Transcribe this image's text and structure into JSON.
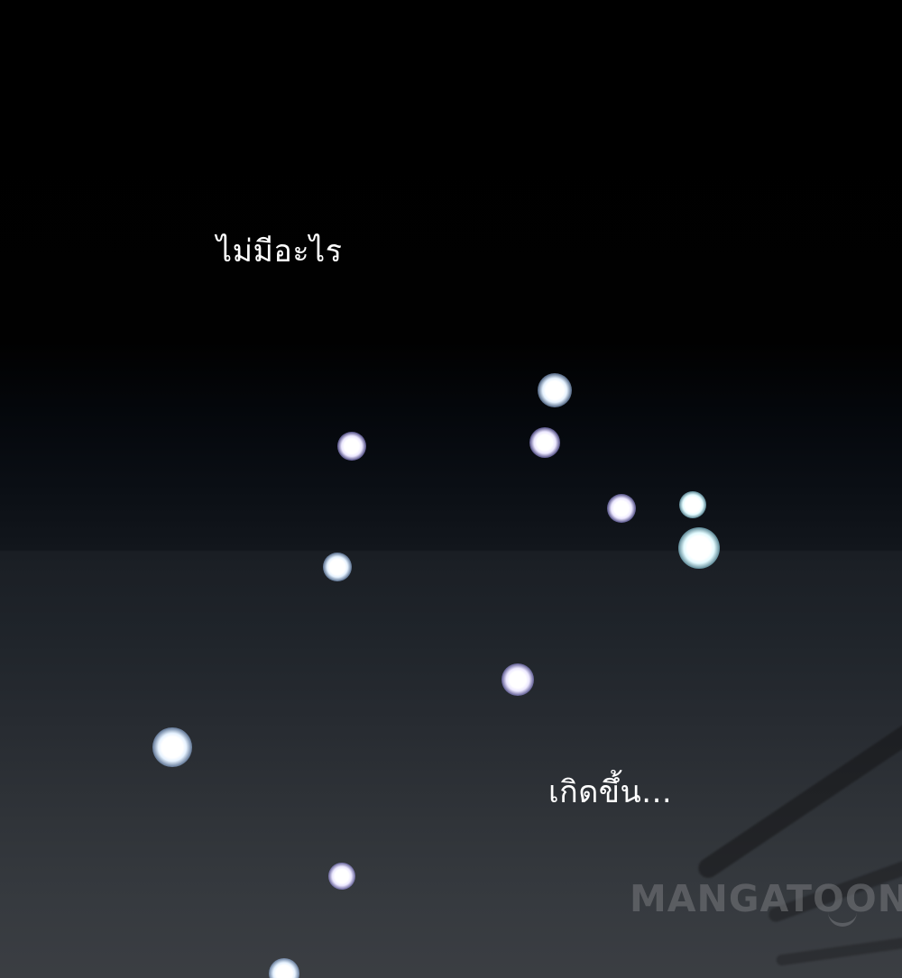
{
  "panel": {
    "caption_top": "ไม่มีอะไร",
    "caption_bottom": "เกิดขึ้น...",
    "watermark": "MANGATOON"
  },
  "colors": {
    "background_top": "#000000",
    "background_bottom": "#3b3e43",
    "text": "#ffffff",
    "orb_glow": "#cfe3ff"
  }
}
